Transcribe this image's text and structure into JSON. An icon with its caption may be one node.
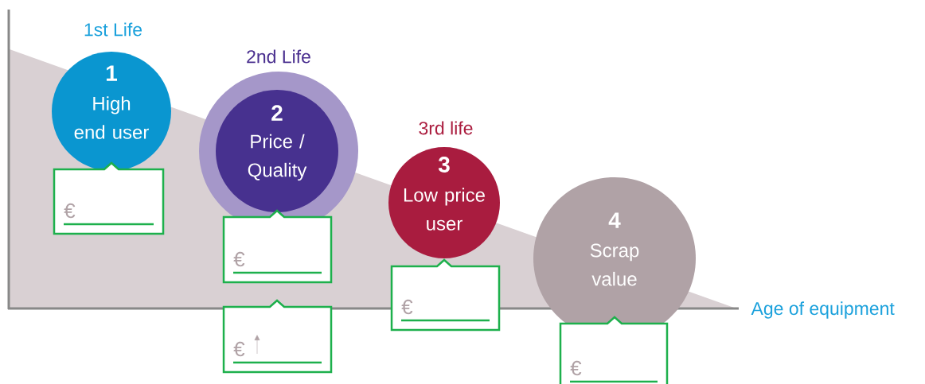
{
  "diagram": {
    "nodes": [
      {
        "text": [
          "1st Life",
          "1",
          "High end user"
        ]
      },
      {
        "text": [
          "€"
        ]
      },
      {
        "text": [
          "2nd Life",
          "2",
          "Price / Quality"
        ]
      },
      {
        "text": [
          "€"
        ]
      },
      {
        "text": [
          "€"
        ]
      },
      {
        "text": [
          "3rd life",
          "3",
          "Low price user"
        ]
      },
      {
        "text": [
          "€"
        ]
      },
      {
        "text": [
          "4",
          "Scrap value"
        ]
      },
      {
        "text": [
          "€"
        ]
      }
    ],
    "labels": [
      "Age of equipment"
    ]
  }
}
